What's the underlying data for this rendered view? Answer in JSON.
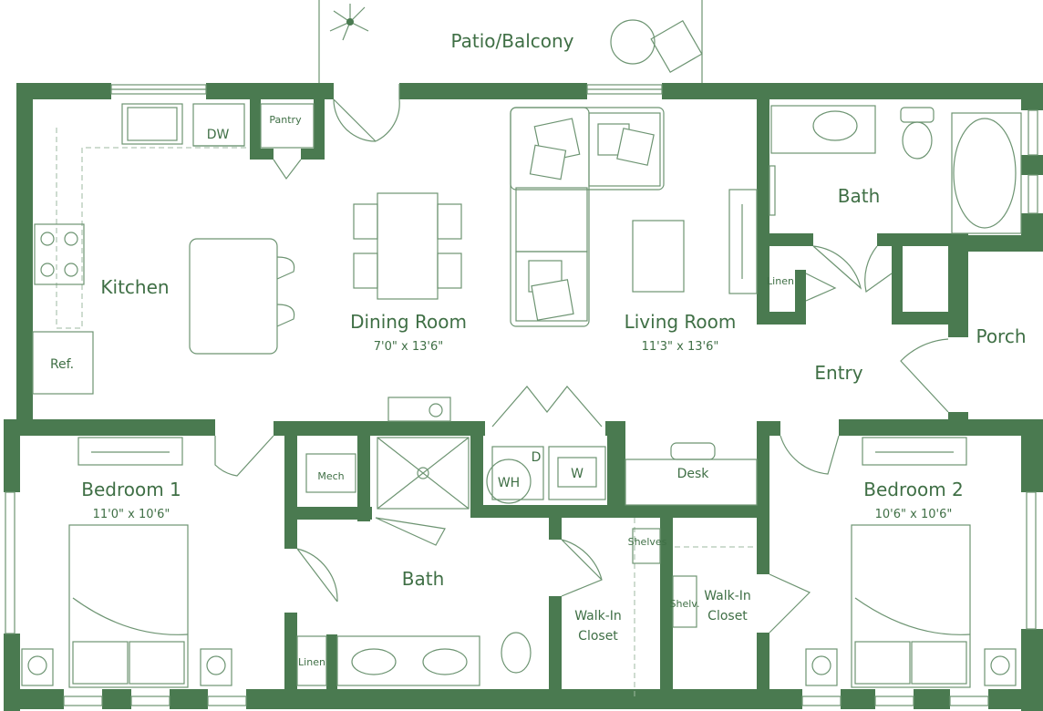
{
  "rooms": {
    "patio": "Patio/Balcony",
    "kitchen": "Kitchen",
    "dining": "Dining Room",
    "dining_dim": "7'0\" x 13'6\"",
    "living": "Living Room",
    "living_dim": "11'3\" x 13'6\"",
    "bath_top": "Bath",
    "entry": "Entry",
    "porch": "Porch",
    "bedroom1": "Bedroom 1",
    "bedroom1_dim": "11'0\" x 10'6\"",
    "bedroom2": "Bedroom 2",
    "bedroom2_dim": "10'6\" x 10'6\"",
    "bath_bottom": "Bath",
    "walkin1_line1": "Walk-In",
    "walkin1_line2": "Closet",
    "walkin2_line1": "Walk-In",
    "walkin2_line2": "Closet"
  },
  "fixtures": {
    "pantry": "Pantry",
    "dw": "DW",
    "ref": "Ref.",
    "linen_top": "Linen",
    "linen_bottom": "Linen",
    "mech": "Mech",
    "wh": "WH",
    "d": "D",
    "w": "W",
    "desk": "Desk",
    "shelves": "Shelves",
    "shelv": "Shelv."
  },
  "colors": {
    "wall": "#4a7a50",
    "line": "#6d9472",
    "text": "#3f6f45"
  }
}
